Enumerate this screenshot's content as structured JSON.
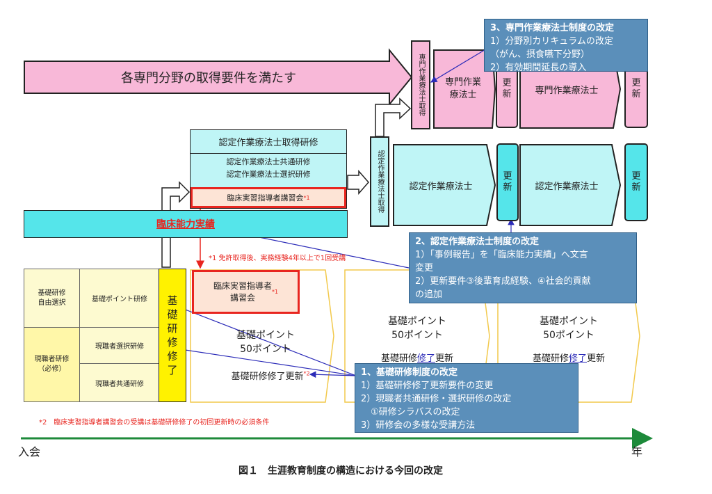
{
  "top_banner": "各専門分野の取得要件を満たす",
  "senmon": {
    "vertical_label": "専門作業療法士取得",
    "box1": "専門作業\n療法士",
    "renew1": "更新",
    "box2": "専門作業療法士",
    "renew2": "更新"
  },
  "nintei_training": {
    "title": "認定作業療法士取得研修",
    "line1": "認定作業療法士共通研修",
    "line2": "認定作業療法士選択研修",
    "seminar": "臨床実習指導者講習会",
    "seminar_mark": "*1"
  },
  "nintei": {
    "vertical_label": "認定作業療法士取得",
    "box1": "認定作業療法士",
    "renew1": "更新",
    "box2": "認定作業療法士",
    "renew2": "更新"
  },
  "rinsho_bar": "臨床能力実績",
  "note1": "*1 免許取得後、実務経験4年以上で1回受講",
  "kiso_grid": {
    "free_select": "基礎研修\n自由選択",
    "point_training": "基礎ポイント研修",
    "current_staff": "現職者研修\n（必修）",
    "staff_select": "現職者選択研修",
    "staff_common": "現職者共通研修",
    "completion": "基礎研修修了"
  },
  "stage1": {
    "seminar": "臨床実習指導者\n講習会",
    "seminar_mark": "*1",
    "points": "基礎ポイント\n50ポイント",
    "renewal": "基礎研修修了更新",
    "renewal_mark": "*2"
  },
  "stage2": {
    "points": "基礎ポイント\n50ポイント",
    "renewal_pre": "基礎研修",
    "renewal_mid": "修了",
    "renewal_post": "更新"
  },
  "stage3": {
    "points": "基礎ポイント\n50ポイント",
    "renewal_pre": "基礎研修",
    "renewal_mid": "修了",
    "renewal_post": "更新"
  },
  "note2": "*2　臨床実習指導者講習会の受講は基礎研修修了の初回更新時の必須条件",
  "timeline": {
    "start": "入会",
    "end": "年"
  },
  "caption": "図１　生涯教育制度の構造における今回の改定",
  "callout3": {
    "title": "3、専門作業療法士制度の改定",
    "lines": [
      "1）分野別カリキュラムの改定",
      "（がん、摂食嚥下分野）",
      "2）有効期間延長の導入"
    ]
  },
  "callout2": {
    "title": "2、認定作業療法士制度の改定",
    "lines": [
      "1）「事例報告」を「臨床能力実績」へ文言",
      "変更",
      "2）更新要件③後輩育成経験、④社会的貢献",
      "の追加"
    ]
  },
  "callout1": {
    "title": "1、基礎研修制度の改定",
    "lines": [
      "1）基礎研修修了更新要件の変更",
      "2）現職者共通研修・選択研修の改定",
      "①研修シラバスの改定",
      "3）研修会の多様な受講方法"
    ]
  },
  "colors": {
    "pink": "#f8b8d8",
    "cyan": "#bff5f6",
    "cyan_strong": "#55e5ea",
    "yellow": "#fff200",
    "callout_blue": "#5b8fba",
    "red": "#e8251f",
    "timeline_green": "#1d8a3a",
    "link_blue": "#2b2bb8"
  }
}
